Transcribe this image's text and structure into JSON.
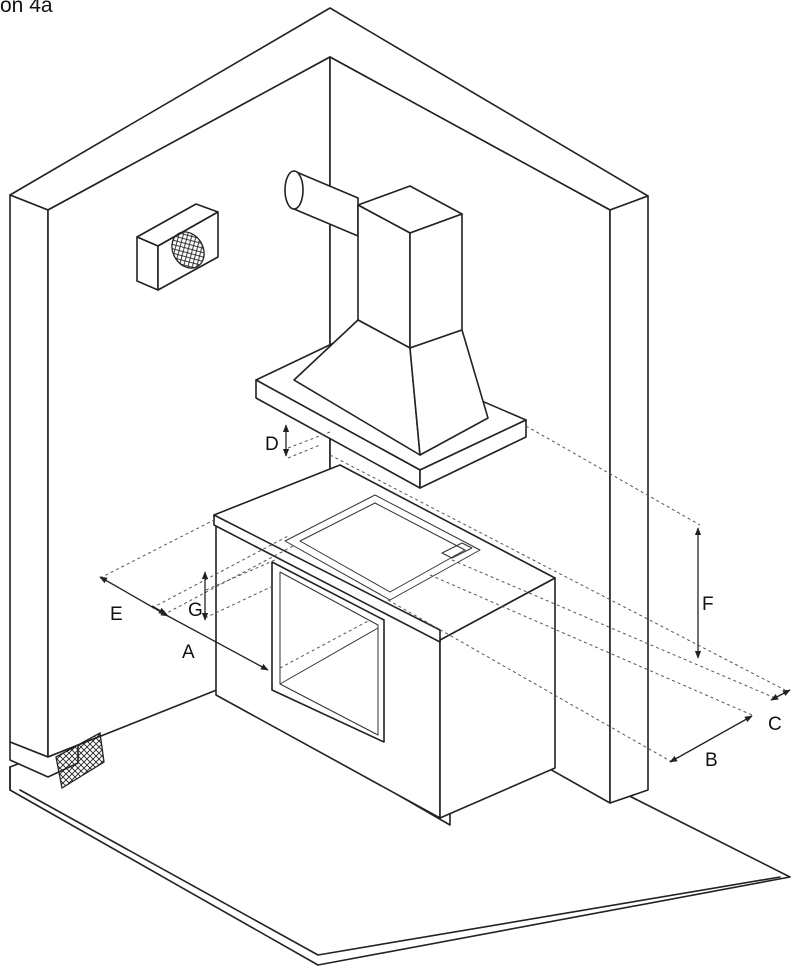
{
  "caption": "on 4a",
  "labels": {
    "a": "A",
    "b": "B",
    "c": "C",
    "d": "D",
    "e": "E",
    "f": "F",
    "g": "G"
  },
  "colors": {
    "line": "#222222",
    "background": "#ffffff"
  }
}
